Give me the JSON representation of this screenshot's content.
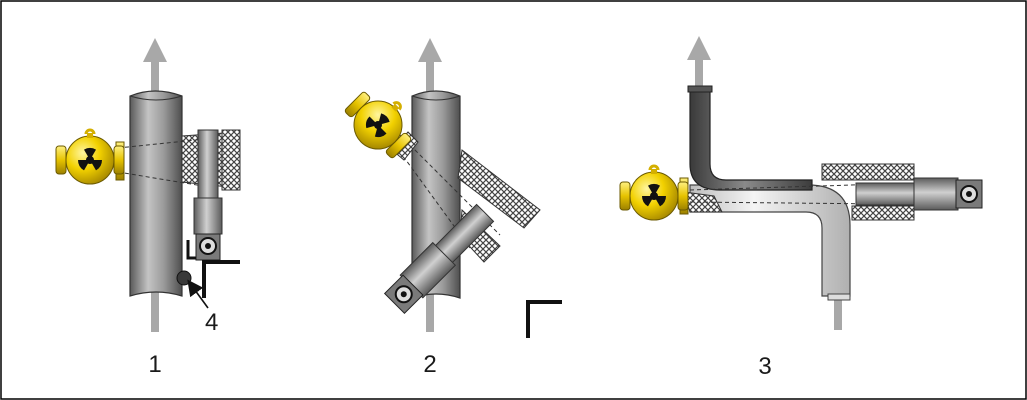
{
  "diagram": {
    "labels": {
      "figure_1": "1",
      "figure_2": "2",
      "figure_3": "3",
      "callout_4": "4"
    },
    "colors": {
      "pipe_fill": "#8c8c8c",
      "pipe_fill_light": "#d8d8d8",
      "pipe_dark": "#4a4a4a",
      "flow_arrow": "#a8a8a8",
      "source_yellow": "#f2d100",
      "radiation_black": "#111111",
      "insulation": "#6e6e6e",
      "detector": "#9a9a9a",
      "frame": "#000000"
    },
    "icons": [
      "radiation-source-icon",
      "flow-arrow-icon",
      "detector-icon",
      "shielding-icon"
    ]
  }
}
